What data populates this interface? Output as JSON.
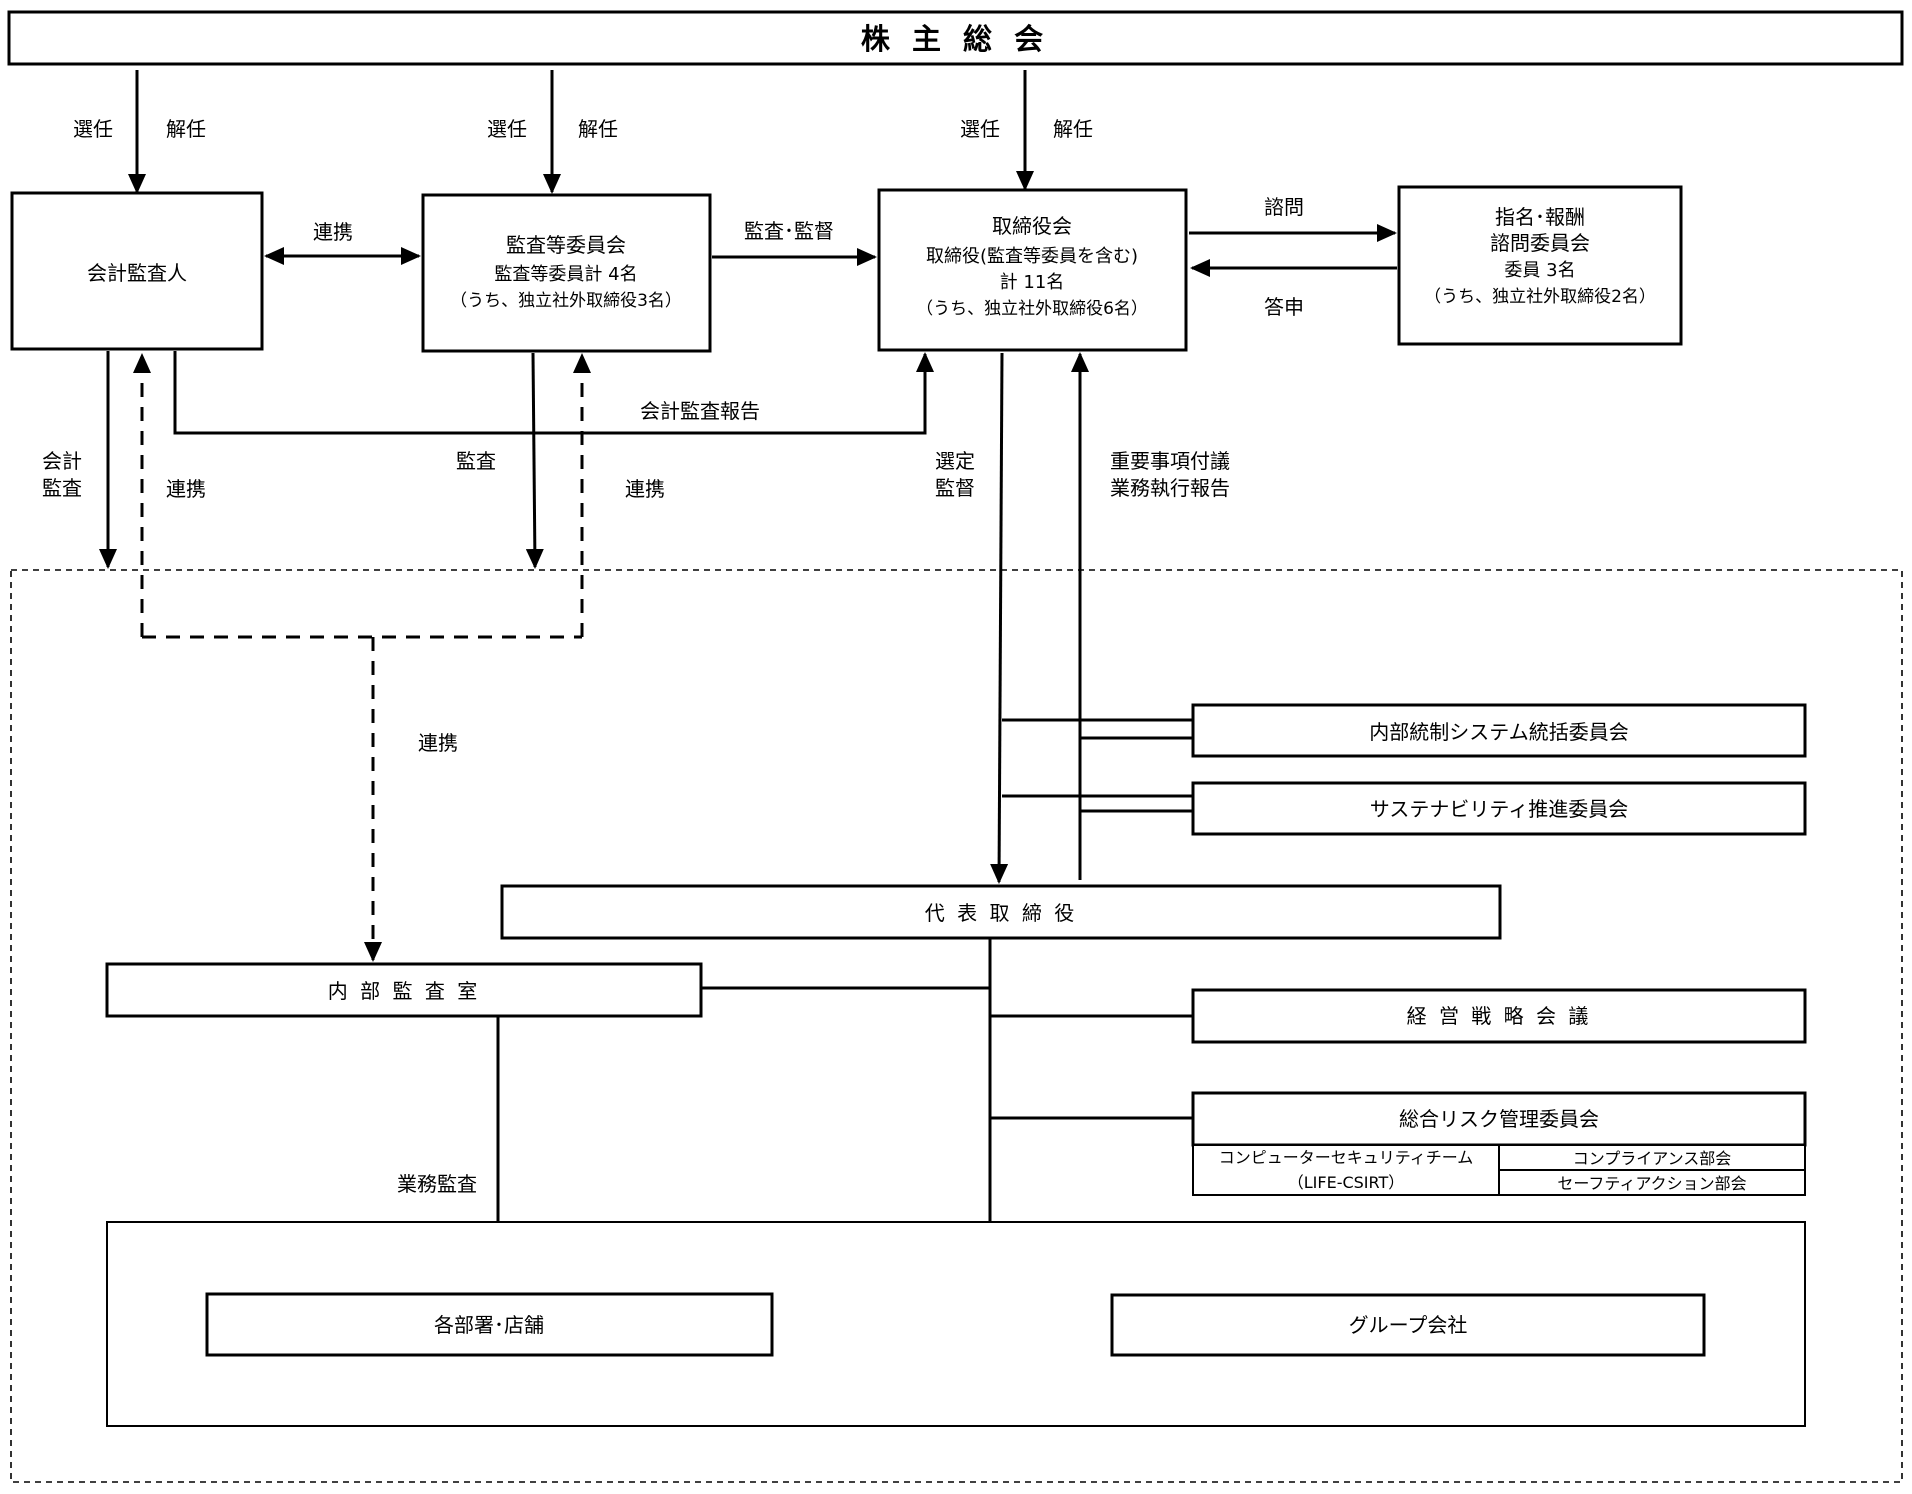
{
  "shareholders_meeting": "株 主 総 会",
  "appoint": "選任",
  "dismiss": "解任",
  "accounting_auditor": "会計監査人",
  "audit_committee": {
    "title": "監査等委員会",
    "line1": "監査等委員計 4名",
    "line2": "（うち、独立社外取締役3名）"
  },
  "board": {
    "title": "取締役会",
    "line1": "取締役(監査等委員を含む)",
    "line2": "計 11名",
    "line3": "（うち、独立社外取締役6名）"
  },
  "nomination_committee": {
    "title1": "指名･報酬",
    "title2": "諮問委員会",
    "line1": "委員 3名",
    "line2": "（うち、独立社外取締役2名）"
  },
  "labels": {
    "cooperation": "連携",
    "audit_supervision": "監査･監督",
    "consultation": "諮問",
    "report_answer": "答申",
    "accounting_audit_report": "会計監査報告",
    "accounting_audit_1": "会計",
    "accounting_audit_2": "監査",
    "audit": "監査",
    "selection_1": "選定",
    "selection_2": "監督",
    "important_1": "重要事項付議",
    "important_2": "業務執行報告",
    "operational_audit": "業務監査"
  },
  "internal_control_committee": "内部統制システム統括委員会",
  "sustainability_committee": "サステナビリティ推進委員会",
  "representative_director": "代 表 取 締 役",
  "internal_audit_office": "内 部 監 査 室",
  "management_strategy_meeting": "経 営 戦 略 会 議",
  "risk_committee": {
    "title": "総合リスク管理委員会",
    "security_team_1": "コンピューターセキュリティチーム",
    "security_team_2": "（LIFE-CSIRT）",
    "compliance": "コンプライアンス部会",
    "safety_action": "セーフティアクション部会"
  },
  "departments_stores": "各部署･店舗",
  "group_companies": "グループ会社"
}
